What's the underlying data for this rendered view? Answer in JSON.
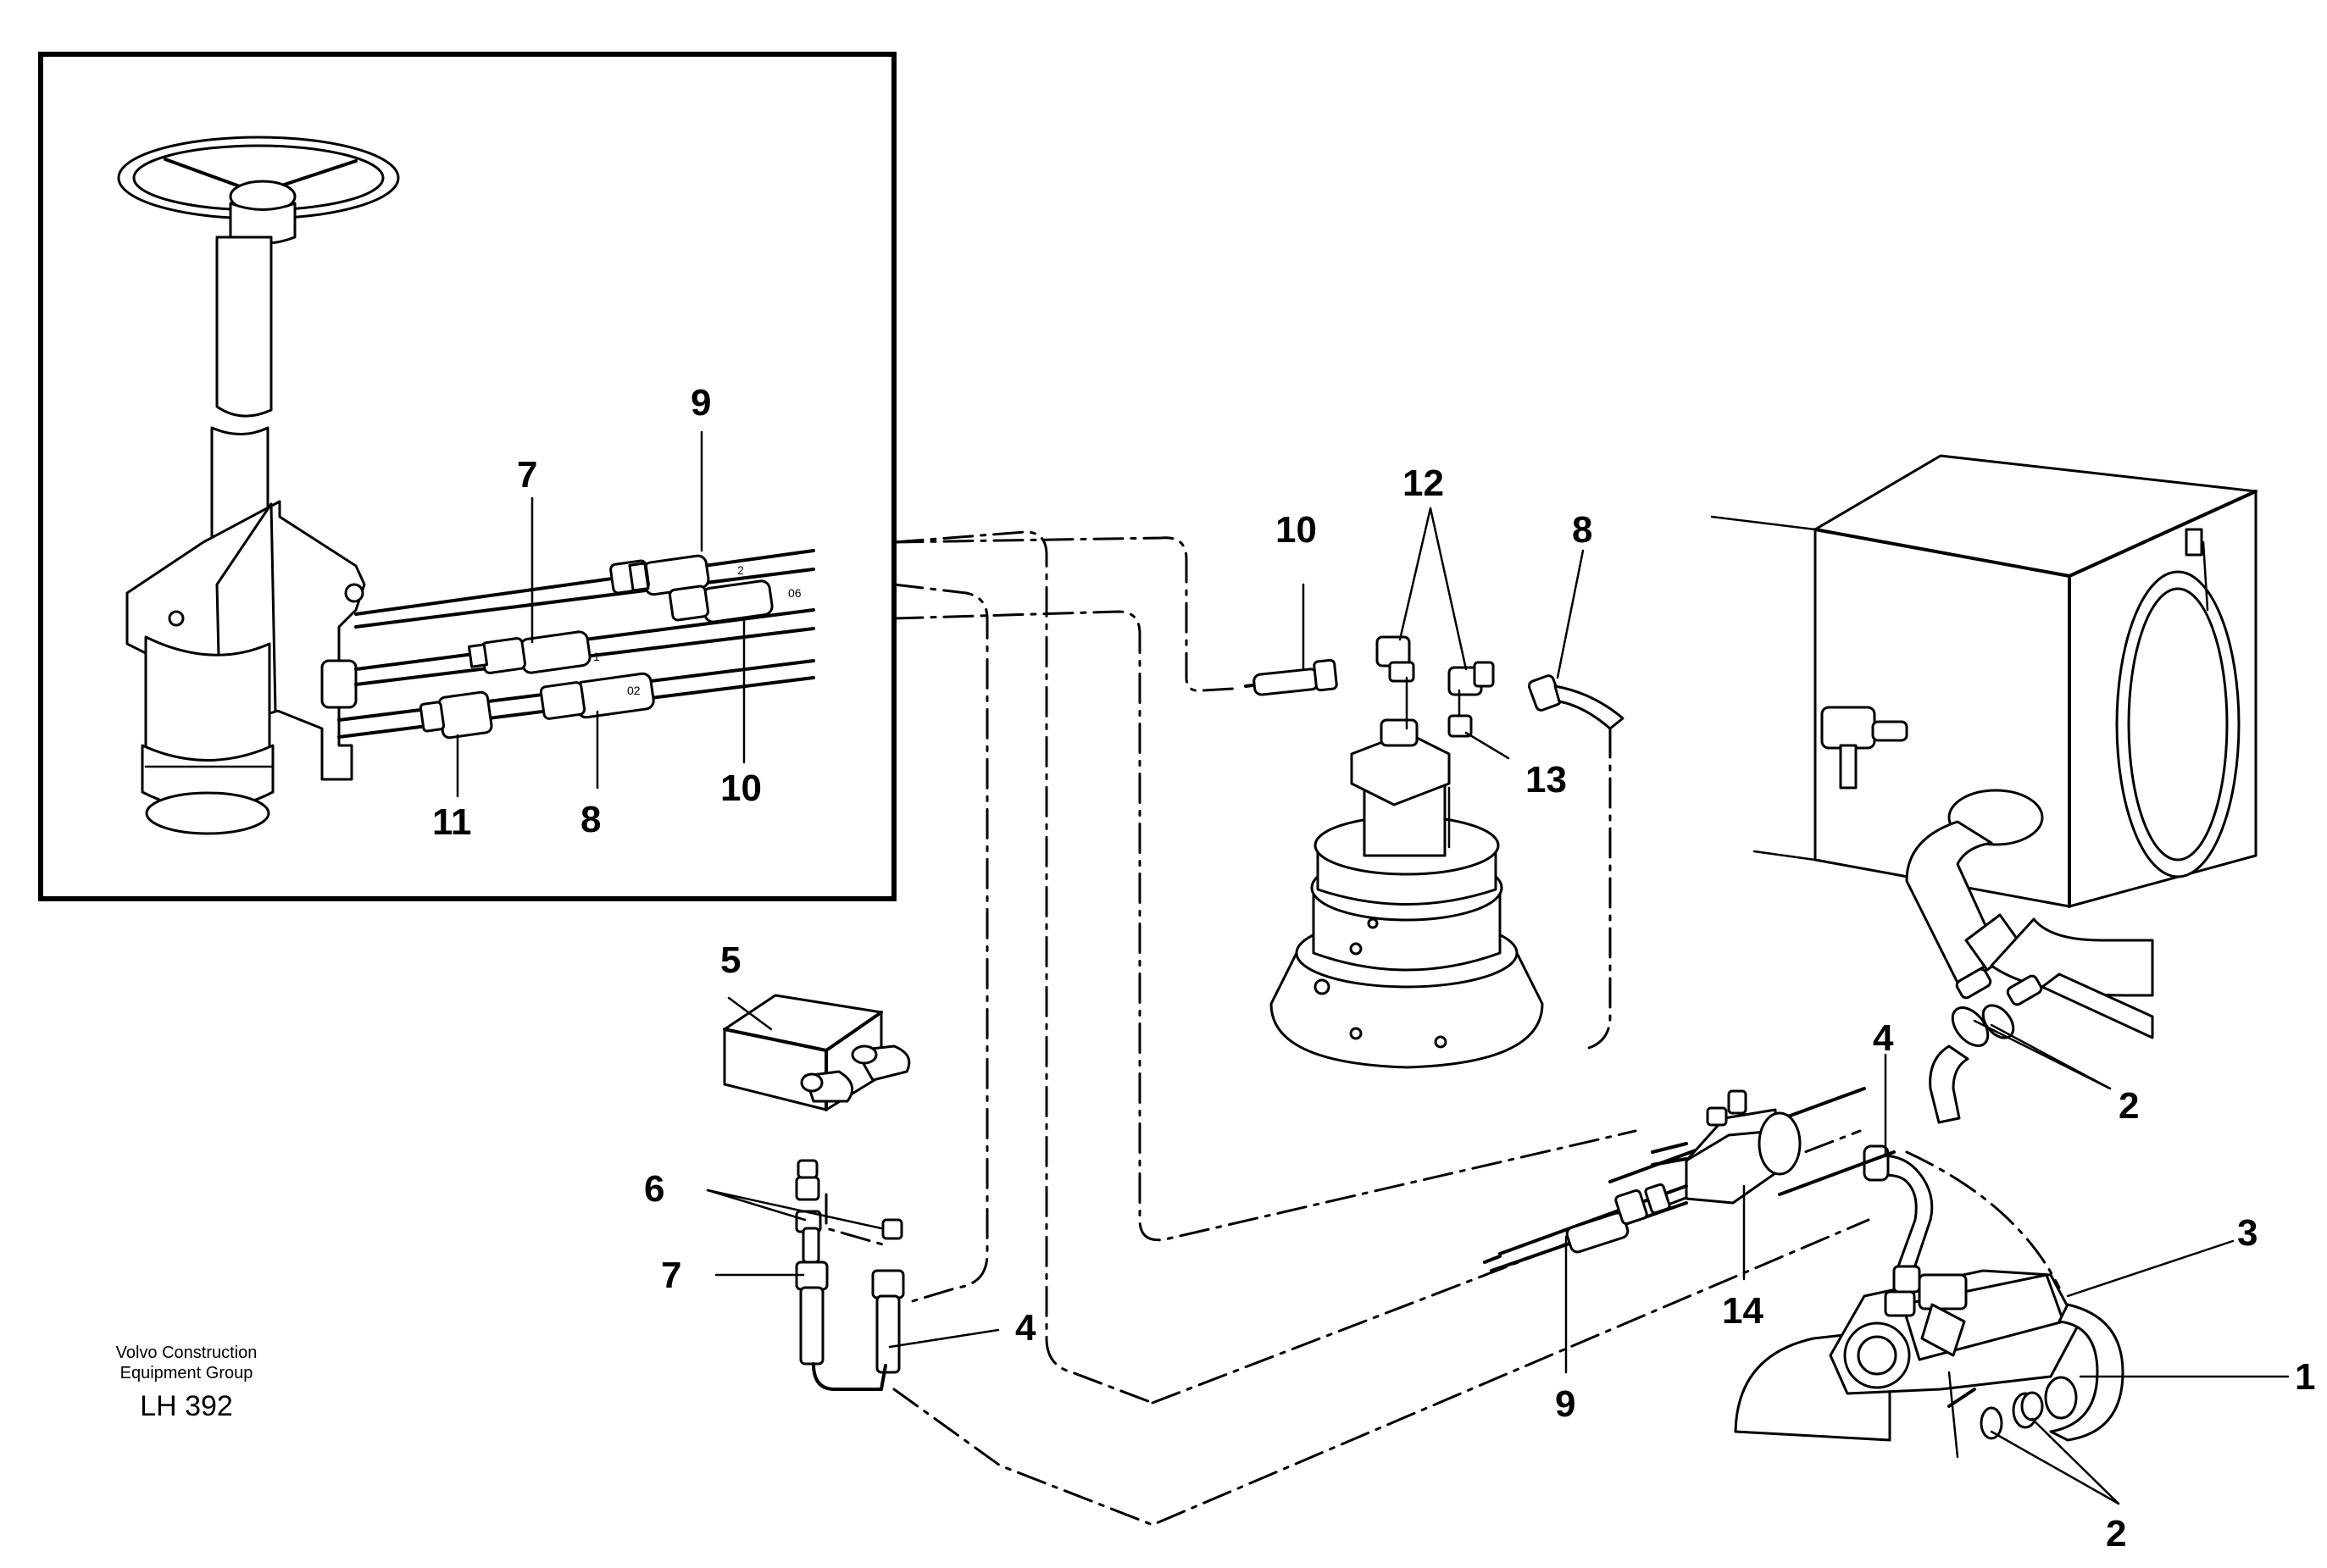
{
  "callouts": {
    "c1": "1",
    "c2a": "2",
    "c2b": "2",
    "c3": "3",
    "c4a": "4",
    "c4b": "4",
    "c5": "5",
    "c6": "6",
    "c7a": "7",
    "c7b": "7",
    "c8a": "8",
    "c8b": "8",
    "c9a": "9",
    "c9b": "9",
    "c10a": "10",
    "c10b": "10",
    "c11": "11",
    "c12": "12",
    "c13": "13",
    "c14": "14"
  },
  "inset_labels": {
    "l1": "1",
    "l2": "2",
    "l02": "02",
    "l06": "06"
  },
  "footer": {
    "org_line1": "Volvo Construction",
    "org_line2": "Equipment Group",
    "code": "LH 392"
  }
}
